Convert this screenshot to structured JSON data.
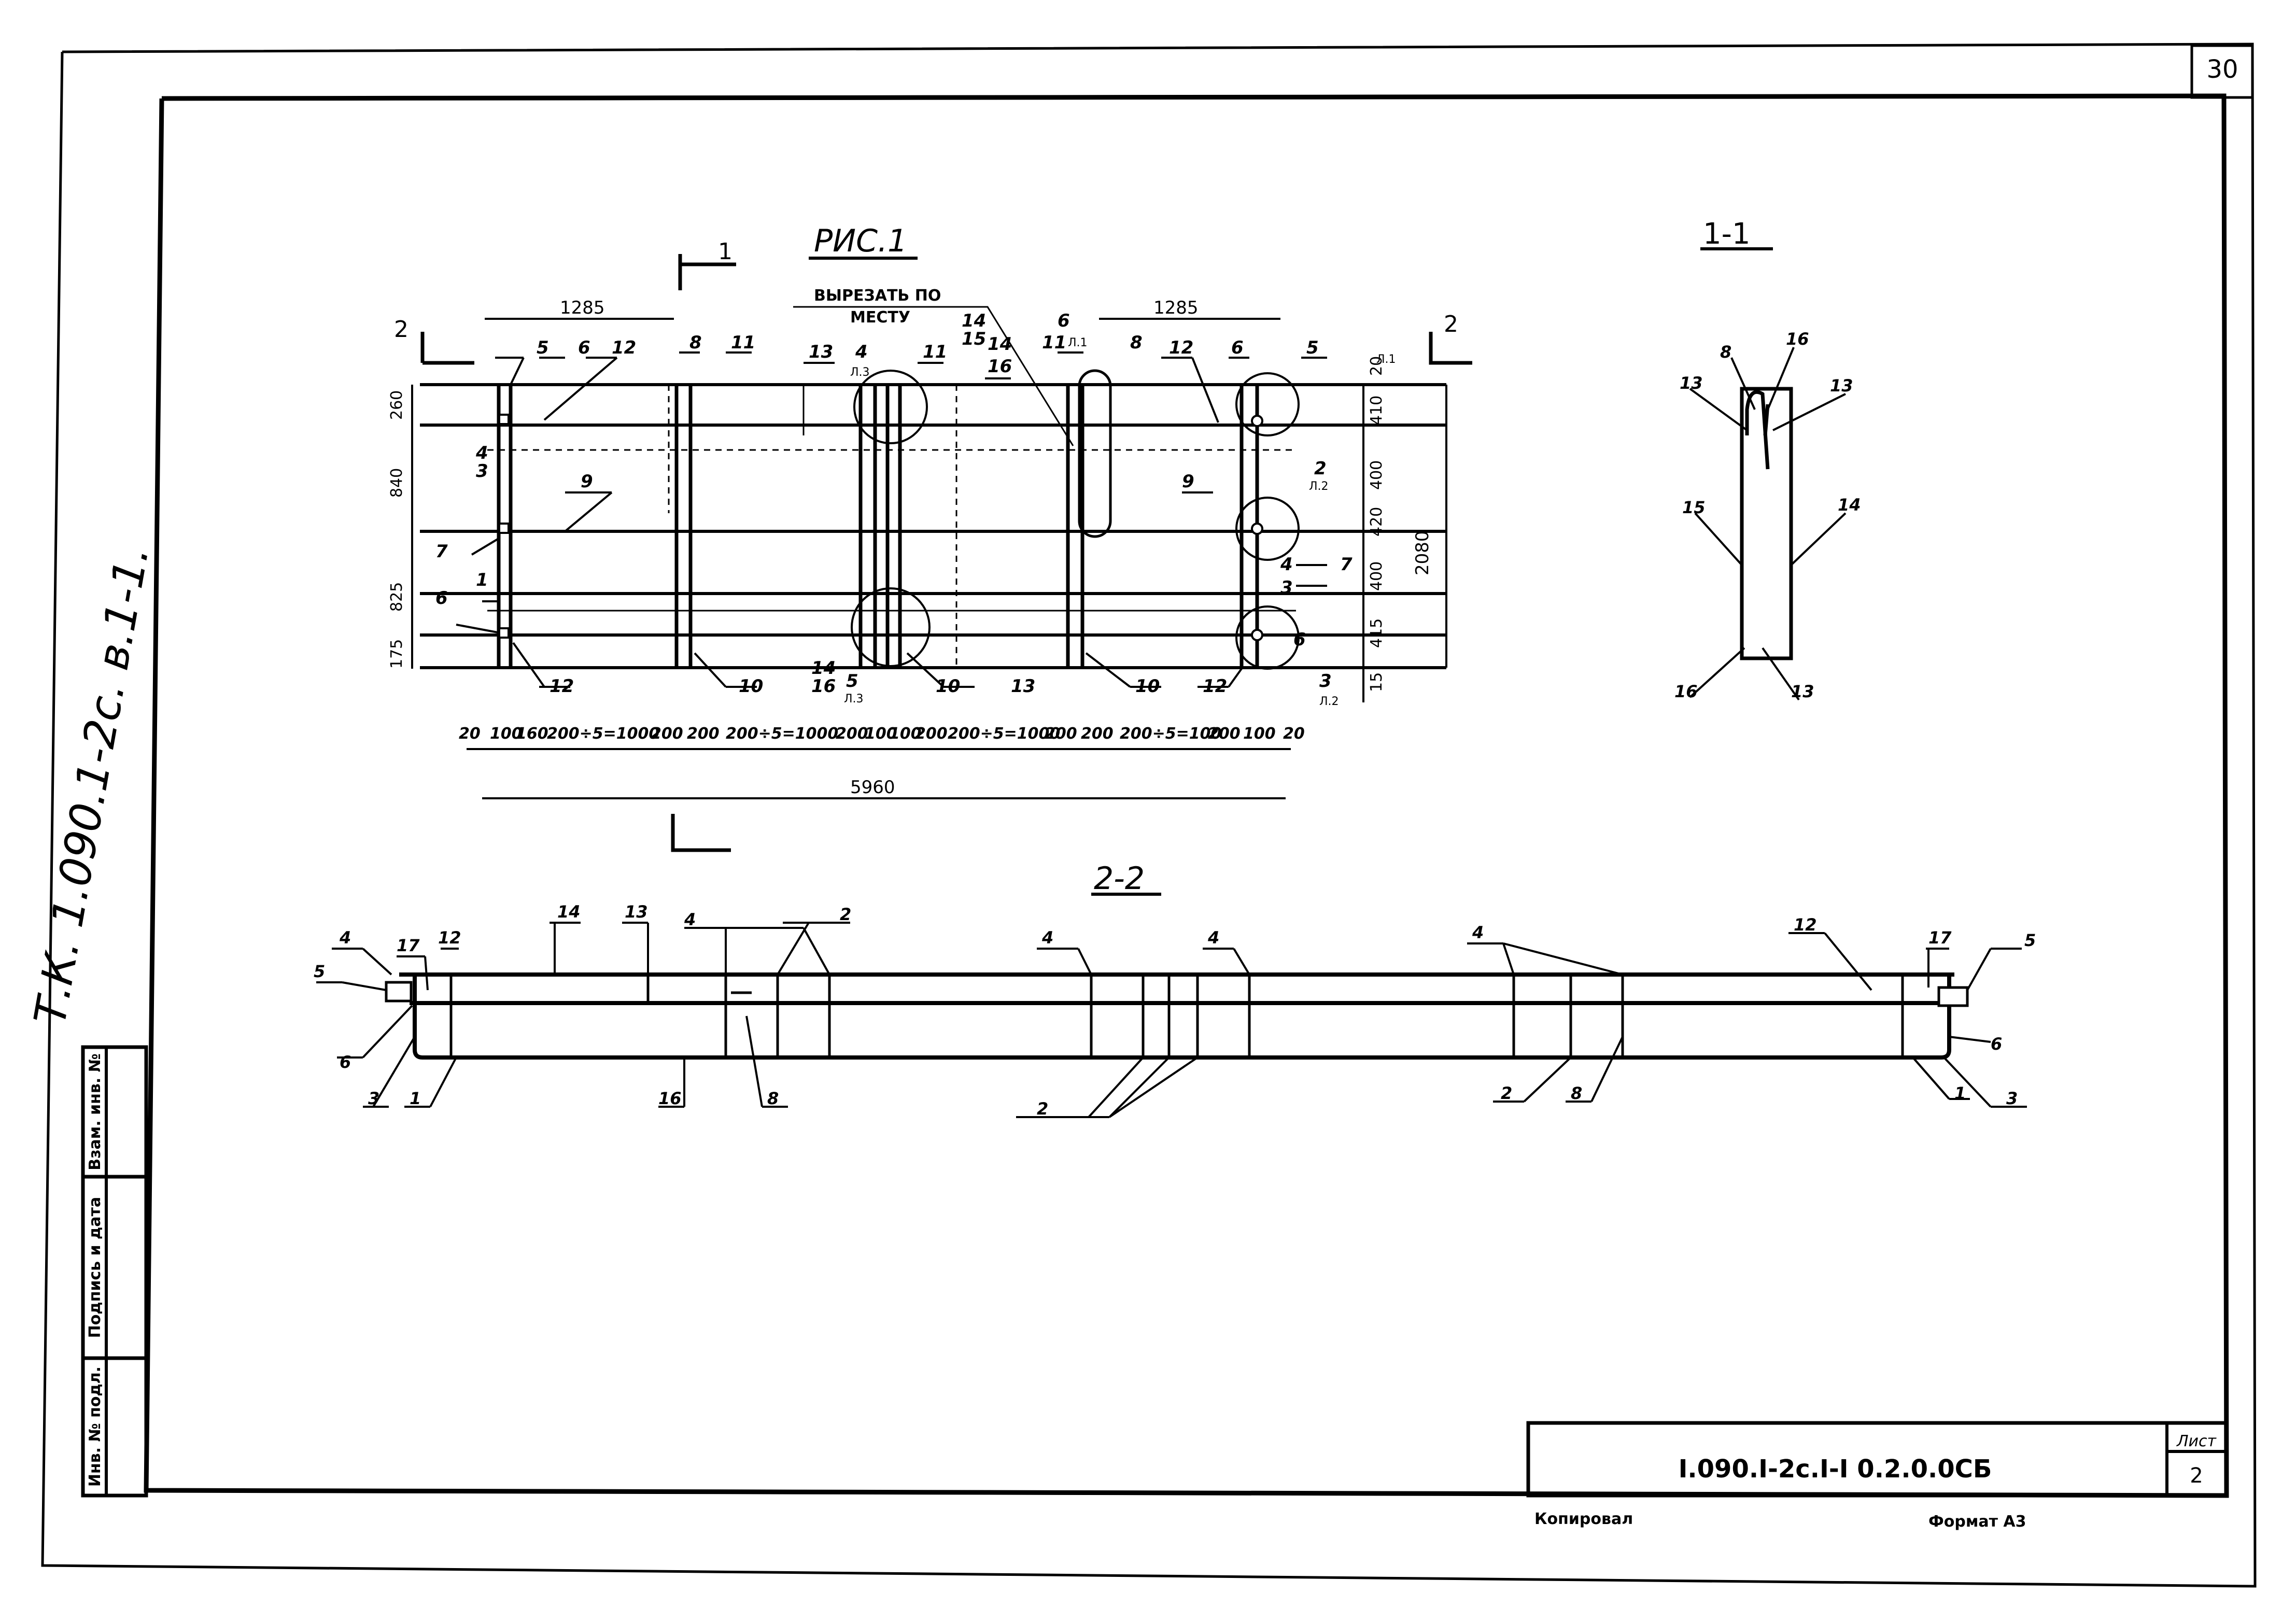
{
  "page_number": "30",
  "left_margin_code": "Т.К. 1.090.1-2с. в.1-1.",
  "side_stamp": {
    "col1": "Инв. № подл.",
    "col2": "Подпись и дата",
    "col3": "Взам. инв. №"
  },
  "title_block": {
    "designation": "I.090.I-2с.I-I 0.2.0.0СБ",
    "sheet_label": "Лист",
    "sheet_number": "2",
    "copied": "Копировал",
    "format": "Формат А3"
  },
  "figures": {
    "plan": {
      "title": "РИС.1",
      "cut_note_line1": "ВЫРЕЗАТЬ ПО",
      "cut_note_line2": "МЕСТУ",
      "section_marks": [
        "1",
        "2"
      ],
      "top_dims": [
        "1285",
        "1285"
      ],
      "right_dims": [
        "20",
        "410",
        "400",
        "420",
        "400",
        "415",
        "15"
      ],
      "right_total": "2080",
      "left_dims": [
        "260",
        "840",
        "825",
        "175"
      ],
      "bottom_dims": [
        "20",
        "100",
        "160",
        "200÷5=1000",
        "200",
        "200",
        "200÷5=1000",
        "200",
        "100",
        "100",
        "200",
        "200÷5=1000",
        "200",
        "200",
        "200÷5=100",
        "200",
        "100",
        "20"
      ],
      "total_length": "5960",
      "positions_top": [
        "5",
        "6",
        "12",
        "8",
        "11",
        "13",
        "4",
        "11",
        "14",
        "15",
        "14",
        "16",
        "6",
        "11",
        "8",
        "12",
        "6",
        "5"
      ],
      "positions_left": [
        "4",
        "3",
        "7",
        "1",
        "6",
        "9"
      ],
      "positions_right": [
        "9",
        "2",
        "4",
        "3",
        "7",
        "6",
        "3"
      ],
      "positions_bottom": [
        "12",
        "10",
        "14",
        "16",
        "5",
        "10",
        "13",
        "10",
        "12"
      ],
      "sheet_refs": [
        "Л.3",
        "Л.3",
        "Л.2",
        "Л.2",
        "Л.1",
        "Л.1"
      ]
    },
    "section_1_1": {
      "title": "1-1",
      "positions": [
        "8",
        "16",
        "13",
        "13",
        "15",
        "14",
        "16",
        "13"
      ]
    },
    "section_2_2": {
      "title": "2-2",
      "positions": [
        "4",
        "17",
        "12",
        "14",
        "13",
        "5",
        "6",
        "3",
        "1",
        "16",
        "4",
        "2",
        "8",
        "4",
        "4",
        "4",
        "2",
        "2",
        "8",
        "12",
        "17",
        "5",
        "6",
        "1",
        "3"
      ]
    }
  }
}
